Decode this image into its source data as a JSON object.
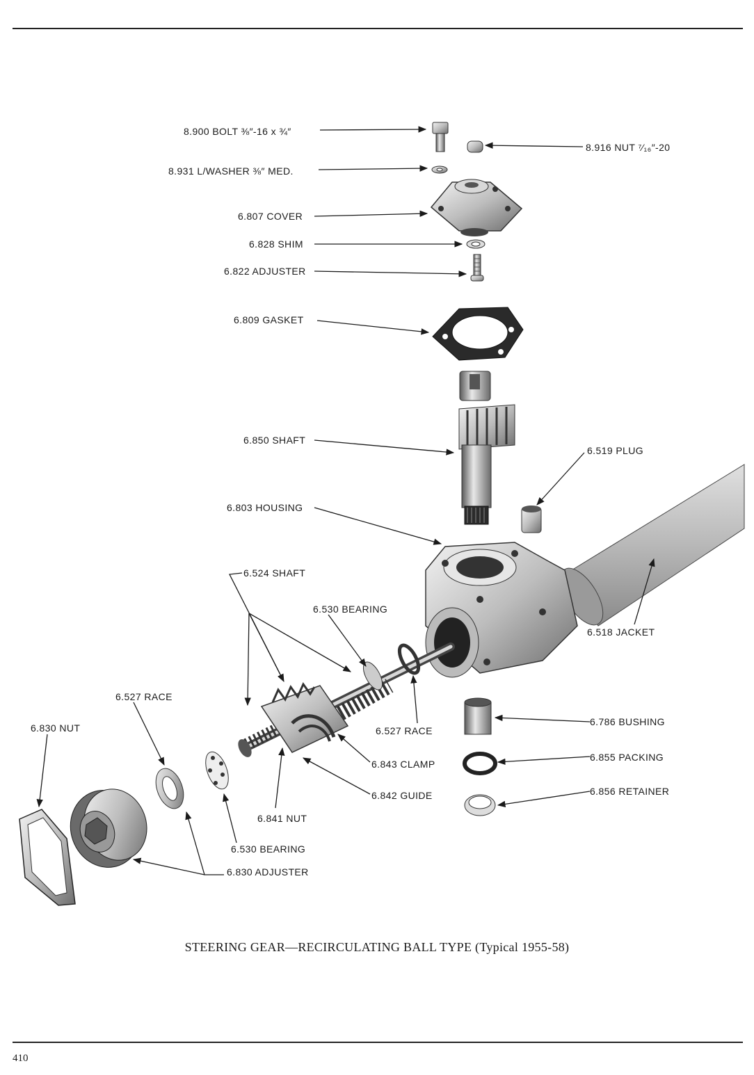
{
  "caption": "STEERING GEAR—RECIRCULATING BALL TYPE (Typical 1955-58)",
  "page_number": "410",
  "labels": {
    "bolt": "8.900 BOLT ⅜″-16 x ¾″",
    "nut_top": "8.916 NUT ⁷⁄₁₆″-20",
    "lockwasher": "8.931 L/WASHER ⅜″ MED.",
    "cover": "6.807 COVER",
    "shim": "6.828 SHIM",
    "adjuster_top": "6.822 ADJUSTER",
    "gasket": "6.809 GASKET",
    "sector_shaft": "6.850 SHAFT",
    "plug": "6.519 PLUG",
    "housing": "6.803 HOUSING",
    "worm_shaft": "6.524 SHAFT",
    "bearing_upper": "6.530 BEARING",
    "jacket": "6.518 JACKET",
    "race_left": "6.527 RACE",
    "nut_left": "6.830 NUT",
    "race_right": "6.527 RACE",
    "bushing": "6.786 BUSHING",
    "clamp": "6.843 CLAMP",
    "packing": "6.855 PACKING",
    "guide": "6.842 GUIDE",
    "retainer": "6.856 RETAINER",
    "ball_nut": "6.841 NUT",
    "bearing_lower": "6.530 BEARING",
    "adjuster_bottom": "6.830 ADJUSTER"
  }
}
